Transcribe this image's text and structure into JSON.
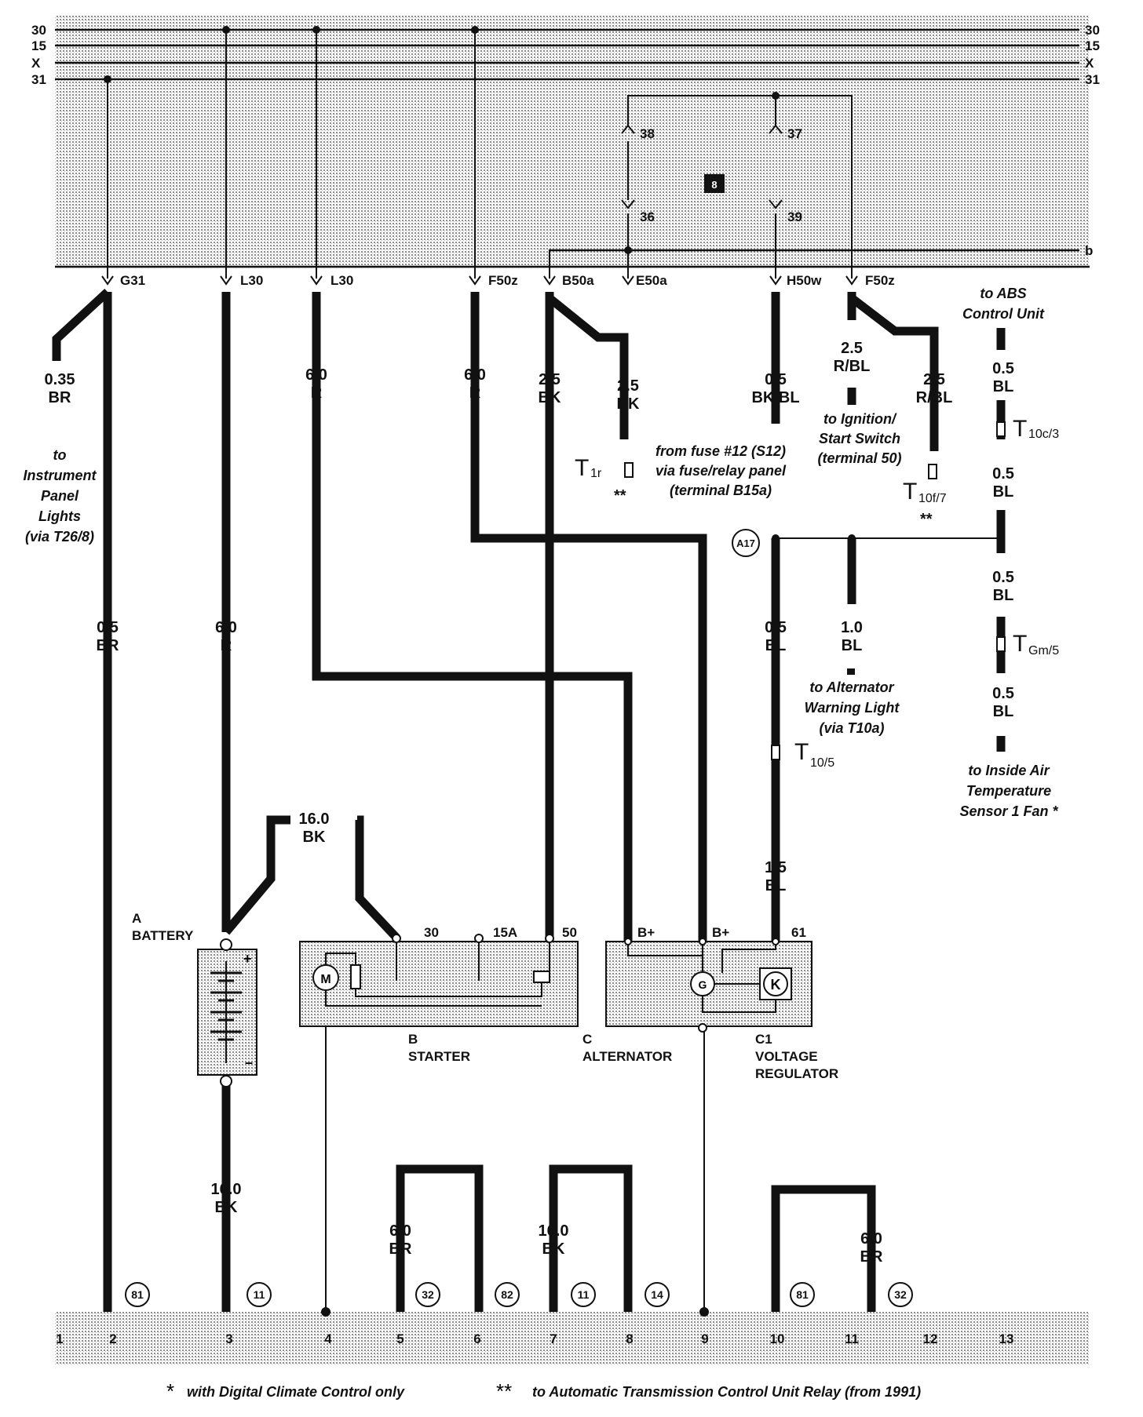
{
  "bus_labels": {
    "t30": "30",
    "t15": "15",
    "tx": "X",
    "t31": "31",
    "bus_b": "b"
  },
  "relay_panel": {
    "j38": "38",
    "j37": "37",
    "j36": "36",
    "j39": "39",
    "marker": "8"
  },
  "terminals": {
    "g31": "G31",
    "l30a": "L30",
    "l30b": "L30",
    "f50z_a": "F50z",
    "b50a": "B50a",
    "e50a": "E50a",
    "h50w": "H50w",
    "f50z_b": "F50z"
  },
  "wires": {
    "w035br": [
      "0.35",
      "BR"
    ],
    "w60r_a": [
      "6.0",
      "R"
    ],
    "w60r_b": [
      "6.0",
      "R"
    ],
    "w25bk_a": [
      "2.5",
      "BK"
    ],
    "w25bk_b": [
      "2.5",
      "BK"
    ],
    "w05bkbl": [
      "0.5",
      "BK/BL"
    ],
    "w25rbl_a": [
      "2.5",
      "R/BL"
    ],
    "w25rbl_b": [
      "2.5",
      "R/BL"
    ],
    "w05bl_abs": [
      "0.5",
      "BL"
    ],
    "w05bl_2": [
      "0.5",
      "BL"
    ],
    "w05bl_3": [
      "0.5",
      "BL"
    ],
    "w05bl_4": [
      "0.5",
      "BL"
    ],
    "w05br": [
      "0.5",
      "BR"
    ],
    "w60r_c": [
      "6.0",
      "R"
    ],
    "w05bl_a17": [
      "0.5",
      "BL"
    ],
    "w10bl": [
      "1.0",
      "BL"
    ],
    "w160bk_top": [
      "16.0",
      "BK"
    ],
    "w15bl": [
      "1.5",
      "BL"
    ],
    "w160bk_bat": [
      "16.0",
      "BK"
    ],
    "w60br_a": [
      "6.0",
      "BR"
    ],
    "w160bk_g": [
      "16.0",
      "BK"
    ],
    "w60br_b": [
      "6.0",
      "BR"
    ]
  },
  "notes": {
    "instrument": [
      "to",
      "Instrument",
      "Panel",
      "Lights",
      "(via T26/8)"
    ],
    "fuse12": [
      "from fuse #12 (S12)",
      "via fuse/relay panel",
      "(terminal B15a)"
    ],
    "ignition": [
      "to Ignition/",
      "Start Switch",
      "(terminal 50)"
    ],
    "abs": [
      "to ABS",
      "Control Unit"
    ],
    "alt_warning": [
      "to Alternator",
      "Warning Light",
      "(via T10a)"
    ],
    "inside_air": [
      "to Inside Air",
      "Temperature",
      "Sensor 1 Fan *"
    ]
  },
  "connectors": {
    "t1r": {
      "main": "T",
      "sub": "1r",
      "stars": "**"
    },
    "t10f7": {
      "main": "T",
      "sub": "10f/7",
      "stars": "**"
    },
    "t10c3": {
      "main": "T",
      "sub": "10c/3"
    },
    "tgm5": {
      "main": "T",
      "sub": "Gm/5"
    },
    "t105": {
      "main": "T",
      "sub": "10/5"
    },
    "a17": "A17"
  },
  "components": {
    "battery": [
      "A",
      "BATTERY"
    ],
    "starter": [
      "B",
      "STARTER"
    ],
    "alternator": [
      "C",
      "ALTERNATOR"
    ],
    "regulator": [
      "C1",
      "VOLTAGE",
      "REGULATOR"
    ],
    "starter_terms": [
      "30",
      "15A",
      "50"
    ],
    "alt_terms": [
      "B+",
      "B+",
      "61"
    ],
    "motor": "M",
    "gen": "G",
    "reg": "K"
  },
  "ground_refs": [
    "81",
    "11",
    "32",
    "82",
    "11",
    "14",
    "81",
    "32"
  ],
  "track_numbers": [
    "1",
    "2",
    "3",
    "4",
    "5",
    "6",
    "7",
    "8",
    "9",
    "10",
    "11",
    "12",
    "13"
  ],
  "footnotes": {
    "single_star": "*",
    "single": "with Digital Climate Control only",
    "double_star": "**",
    "double": "to Automatic Transmission Control Unit Relay (from 1991)"
  }
}
